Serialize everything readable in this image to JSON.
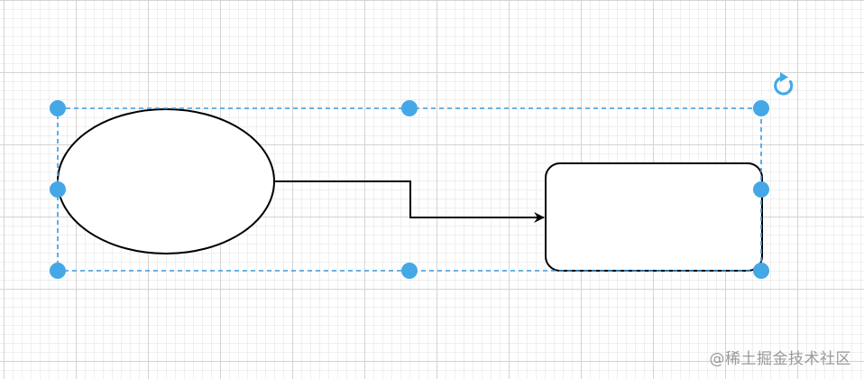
{
  "colors": {
    "selection": "#3d9be0",
    "handle": "#45a8e6",
    "shape_stroke": "#000000",
    "shape_fill": "#ffffff",
    "grid_major": "#d4d4d4",
    "grid_minor": "#efefef"
  },
  "canvas": {
    "shapes": [
      {
        "kind": "ellipse",
        "name": "ellipse-shape"
      },
      {
        "kind": "rounded-rectangle",
        "name": "rounded-rectangle-shape"
      }
    ],
    "connector": {
      "kind": "orthogonal-arrow",
      "from": "ellipse",
      "to": "rounded-rectangle"
    },
    "selection": {
      "handles": 8,
      "rotate_icon": "rotate-icon"
    }
  },
  "watermark": {
    "text": "@稀土掘金技术社区"
  }
}
